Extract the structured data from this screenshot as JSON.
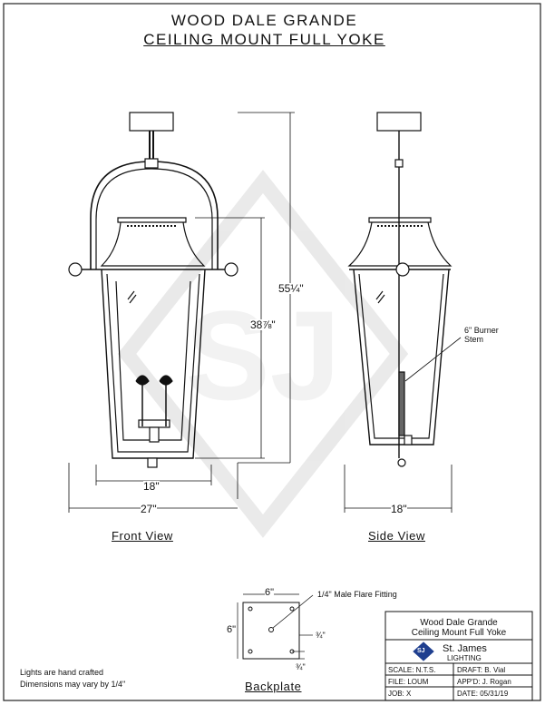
{
  "title": {
    "line1": "WOOD DALE GRANDE",
    "line2": "CEILING MOUNT FULL YOKE"
  },
  "front_view": {
    "label": "Front View",
    "dim_height_total": "55¼\"",
    "dim_height_body": "38⅞\"",
    "dim_width_body": "18\"",
    "dim_width_total": "27\""
  },
  "side_view": {
    "label": "Side View",
    "dim_width": "18\"",
    "callout_line1": "6\" Burner",
    "callout_line2": "Stem"
  },
  "backplate": {
    "label": "Backplate",
    "dim_width": "6\"",
    "dim_height": "6\"",
    "dim_hole_a": "¾\"",
    "dim_hole_b": "¾\"",
    "fitting_callout": "1/4\" Male Flare Fitting"
  },
  "notes": {
    "line1": "Lights are hand crafted",
    "line2": "Dimensions may vary by 1/4\""
  },
  "title_block": {
    "name_line1": "Wood Dale Grande",
    "name_line2": "Ceiling Mount Full Yoke",
    "logo_text": "SJ",
    "company_line1": "St. James",
    "company_line2": "LIGHTING",
    "scale": "SCALE: N.T.S.",
    "draft": "DRAFT: B. Vial",
    "file": "FILE:  LOUM",
    "approved": "APP'D: J. Rogan",
    "job": "JOB:  X",
    "date": "DATE:  05/31/19"
  },
  "watermark": "SJ"
}
